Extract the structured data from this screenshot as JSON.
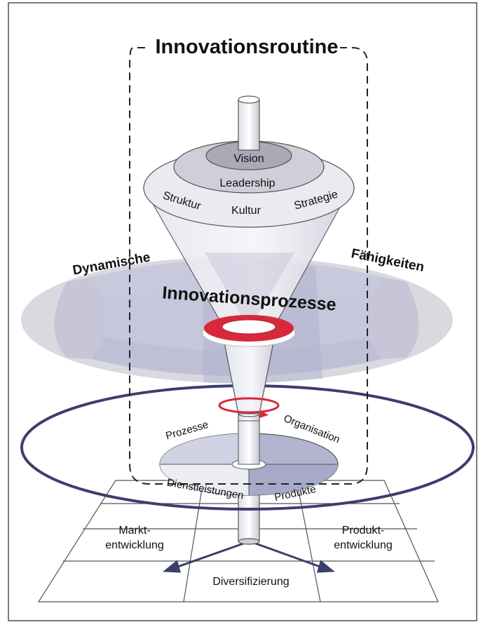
{
  "title": "Innovationsroutine",
  "dynamic_band": {
    "left": "Dynamische",
    "right": "Fähigkeiten"
  },
  "process_label": "Innovationsprozesse",
  "top_layers": {
    "vision": "Vision",
    "leadership": "Leadership",
    "struktur": "Struktur",
    "kultur": "Kultur",
    "strategie": "Strategie"
  },
  "mid_layers": {
    "prozesse": "Prozesse",
    "organisation": "Organisation",
    "dienstleistungen": "Dienstleistungen",
    "produkte": "Produkte"
  },
  "grid": {
    "markt_line1": "Markt-",
    "markt_line2": "entwicklung",
    "produkt_line1": "Produkt-",
    "produkt_line2": "entwicklung",
    "diversifizierung": "Diversifizierung"
  },
  "colors": {
    "lavender": "#c5c6dd",
    "lavender_dark": "#a3a4c6",
    "grey": "#d6d6d6",
    "grey_dark": "#a9a9b6",
    "red": "#d8283c",
    "navy": "#3a3f6b",
    "ink": "#111111"
  }
}
